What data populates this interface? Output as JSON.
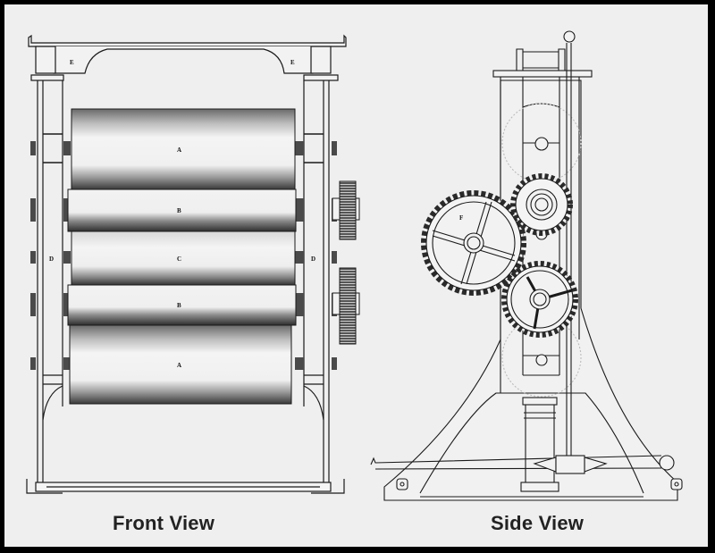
{
  "figure": {
    "background": "#efefef",
    "border_color": "#000000",
    "line_color": "#1a1a1a"
  },
  "front_view": {
    "caption": "Front View",
    "part_labels": {
      "frame_top_left": "E",
      "frame_top_right": "E",
      "post_left": "D",
      "post_right": "D",
      "roller_1": "A",
      "roller_2": "B",
      "roller_3": "C",
      "roller_4": "B",
      "roller_5": "A"
    }
  },
  "side_view": {
    "caption": "Side View",
    "part_labels": {
      "large_gear": "F"
    }
  }
}
